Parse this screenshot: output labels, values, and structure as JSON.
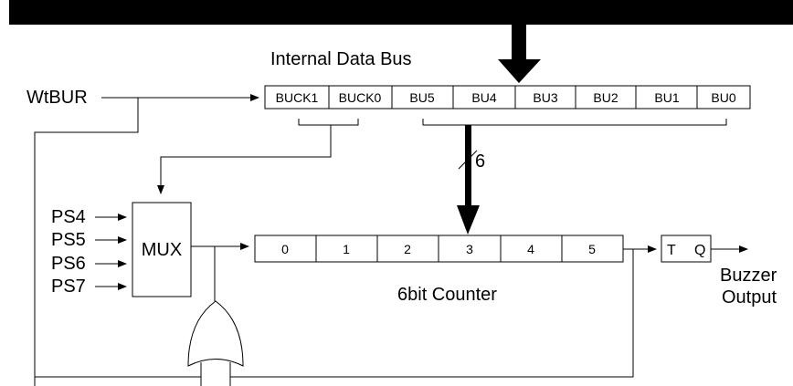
{
  "bus": {
    "label": "Internal Data Bus"
  },
  "signals": {
    "write": "WtBUR",
    "ps4": "PS4",
    "ps5": "PS5",
    "ps6": "PS6",
    "ps7": "PS7"
  },
  "register": {
    "cells": [
      "BUCK1",
      "BUCK0",
      "BU5",
      "BU4",
      "BU3",
      "BU2",
      "BU1",
      "BU0"
    ]
  },
  "bus_width": "6",
  "mux": {
    "label": "MUX"
  },
  "counter": {
    "cells": [
      "0",
      "1",
      "2",
      "3",
      "4",
      "5"
    ],
    "label": "6bit Counter"
  },
  "flipflop": {
    "t": "T",
    "q": "Q"
  },
  "output": {
    "line1": "Buzzer",
    "line2": "Output"
  }
}
